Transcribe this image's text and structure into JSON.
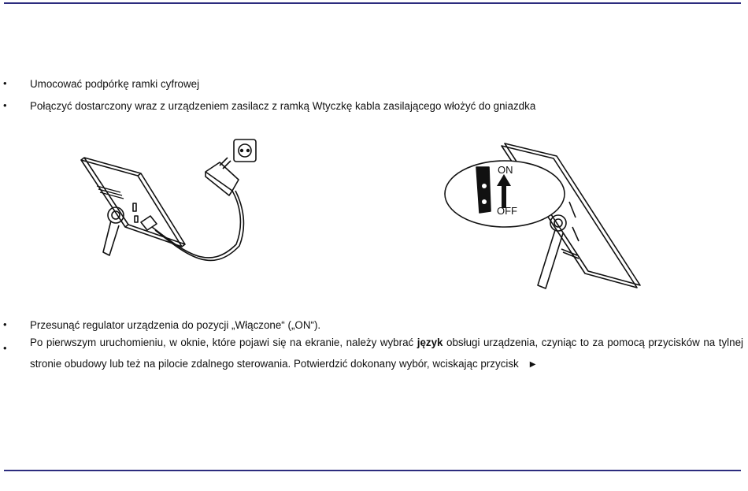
{
  "bullets": [
    {
      "marker": "•",
      "text": "Umocować podpórkę ramki cyfrowej"
    },
    {
      "marker": "•",
      "text": "Połączyć dostarczony wraz z urządzeniem zasilacz z ramką  Wtyczkę kabla zasilającego włożyć do gniazdka"
    },
    {
      "marker": "•",
      "text": "Przesunąć regulator urządzenia do pozycji „Włączone“ („ON“)."
    },
    {
      "marker": "•",
      "text_before": "Po pierwszym uruchomieniu, w oknie, które pojawi się na ekranie, należy wybrać ",
      "bold": "język",
      "text_after": " obsługi urządzenia, czyniąc to za pomocą przycisków na tylnej stronie obudowy lub też na pilocie zdalnego sterowania. Potwierdzić dokonany wybór, wciskając przycisk",
      "button_glyph": "▶"
    }
  ],
  "figure_right": {
    "label_on": "ON",
    "label_off": "OFF"
  },
  "icons": [
    "power-adapter-icon",
    "wall-socket-icon",
    "power-switch-icon",
    "up-arrow-icon",
    "play-button-icon"
  ]
}
